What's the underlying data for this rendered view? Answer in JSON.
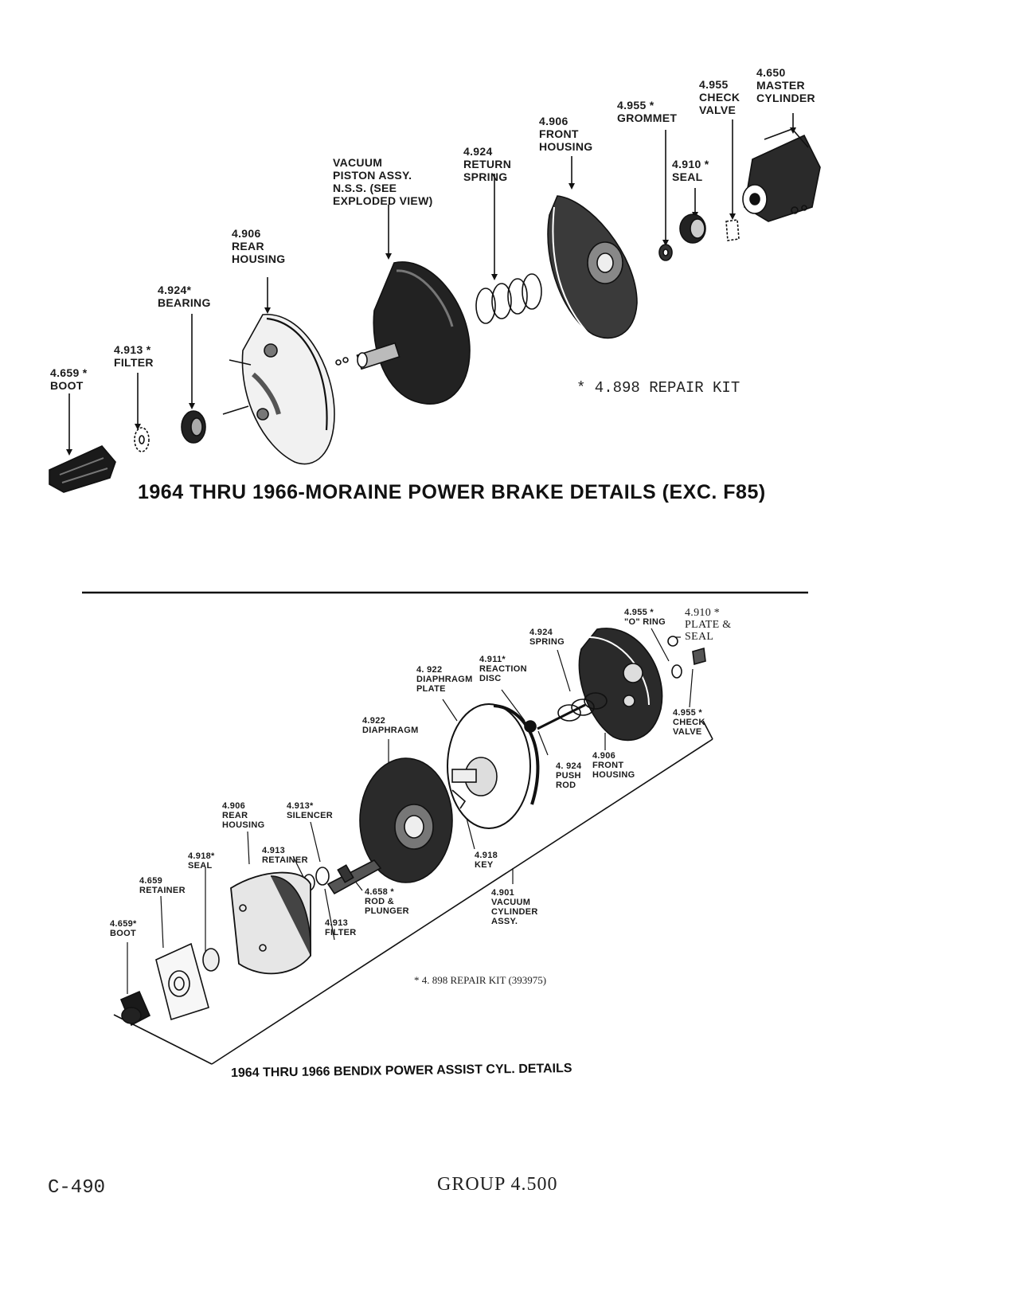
{
  "top_diagram": {
    "title": "1964 THRU 1966-MORAINE POWER BRAKE DETAILS (EXC. F85)",
    "repair_kit_note": "* 4.898 REPAIR KIT",
    "labels": {
      "master_cylinder": "4.650\nMASTER\nCYLINDER",
      "check_valve": "4.955\nCHECK\nVALVE",
      "grommet": "4.955 *\nGROMMET",
      "seal": "4.910 *\nSEAL",
      "front_housing": "4.906\nFRONT\nHOUSING",
      "return_spring": "4.924\nRETURN\nSPRING",
      "vacuum_piston": "VACUUM\nPISTON ASSY.\nN.S.S. (SEE\nEXPLODED VIEW)",
      "rear_housing": "4.906\nREAR\nHOUSING",
      "bearing": "4.924*\nBEARING",
      "filter": "4.913 *\nFILTER",
      "boot": "4.659 *\nBOOT"
    }
  },
  "bottom_diagram": {
    "title": "1964 THRU 1966 BENDIX POWER ASSIST CYL. DETAILS",
    "repair_kit_note": "* 4. 898 REPAIR KIT (393975)",
    "labels": {
      "o_ring": "4.955 *\n\"O\" RING",
      "plate_seal": "4.910 *\nPLATE &\nSEAL",
      "spring": "4.924\nSPRING",
      "reaction_disc": "4.911*\nREACTION\nDISC",
      "diaphragm_plate": "4. 922\nDIAPHRAGM\nPLATE",
      "check_valve": "4.955 *\nCHECK\nVALVE",
      "front_housing": "4.906\nFRONT\nHOUSING",
      "push_rod": "4. 924\nPUSH\nROD",
      "diaphragm": "4.922\nDIAPHRAGM",
      "rear_housing": "4.906\nREAR\nHOUSING",
      "silencer": "4.913*\nSILENCER",
      "retainer_913": "4.913\nRETAINER",
      "seal_918": "4.918*\nSEAL",
      "retainer_659": "4.659\nRETAINER",
      "boot": "4.659*\nBOOT",
      "rod_plunger": "4.658 *\nROD &\nPLUNGER",
      "filter": "4.913\nFILTER",
      "key": "4.918\nKEY",
      "vacuum_cylinder": "4.901\nVACUUM\nCYLINDER\nASSY."
    }
  },
  "footer": {
    "page_number": "C-490",
    "group": "GROUP 4.500"
  }
}
